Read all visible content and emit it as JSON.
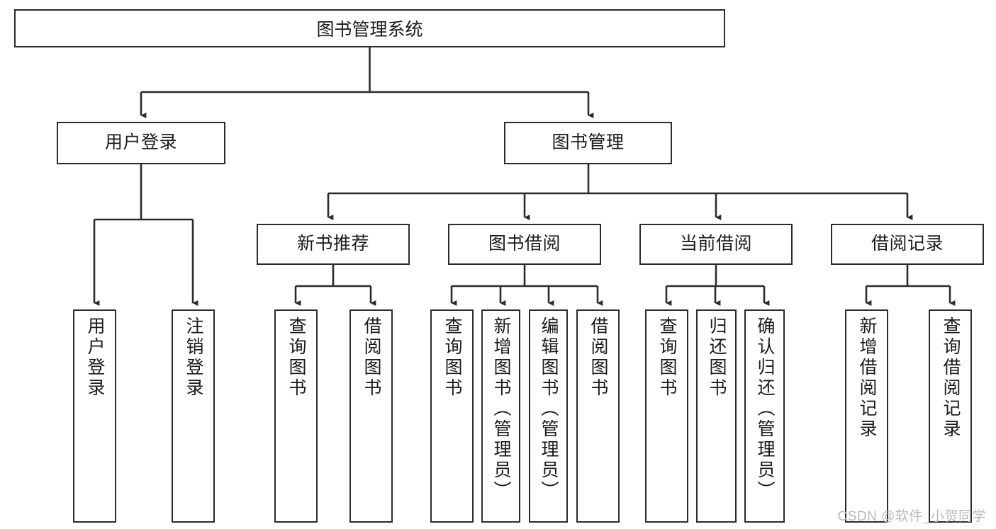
{
  "diagram": {
    "title": "图书管理系统",
    "type": "tree-hierarchy",
    "watermark": "CSDN @软件_小贺同学",
    "colors": {
      "stroke": "#2b2b2b",
      "fill": "#ffffff",
      "text": "#1b1b1b",
      "watermark": "#b9b9b9"
    }
  },
  "nodes": {
    "root": {
      "label": "图书管理系统"
    },
    "level2": [
      {
        "id": "user-login",
        "label": "用户登录"
      },
      {
        "id": "book-manage",
        "label": "图书管理"
      }
    ],
    "level3": [
      {
        "id": "new-book-recommend",
        "label": "新书推荐"
      },
      {
        "id": "book-borrow",
        "label": "图书借阅"
      },
      {
        "id": "current-borrow",
        "label": "当前借阅"
      },
      {
        "id": "borrow-record",
        "label": "借阅记录"
      }
    ],
    "leaves": {
      "user-login": [
        {
          "id": "leaf-user-login",
          "label": "用户登录"
        },
        {
          "id": "leaf-logout-login",
          "label": "注销登录"
        }
      ],
      "new-book-recommend": [
        {
          "id": "leaf-query-book-1",
          "label": "查询图书"
        },
        {
          "id": "leaf-borrow-book-1",
          "label": "借阅图书"
        }
      ],
      "book-borrow": [
        {
          "id": "leaf-query-book-2",
          "label": "查询图书"
        },
        {
          "id": "leaf-add-book",
          "label": "新增图书（管理员）"
        },
        {
          "id": "leaf-edit-book",
          "label": "编辑图书（管理员）"
        },
        {
          "id": "leaf-borrow-book-2",
          "label": "借阅图书"
        }
      ],
      "current-borrow": [
        {
          "id": "leaf-query-book-3",
          "label": "查询图书"
        },
        {
          "id": "leaf-return-book",
          "label": "归还图书"
        },
        {
          "id": "leaf-confirm-return",
          "label": "确认归还（管理员）"
        }
      ],
      "borrow-record": [
        {
          "id": "leaf-add-record",
          "label": "新增借阅记录"
        },
        {
          "id": "leaf-query-record",
          "label": "查询借阅记录"
        }
      ]
    }
  }
}
